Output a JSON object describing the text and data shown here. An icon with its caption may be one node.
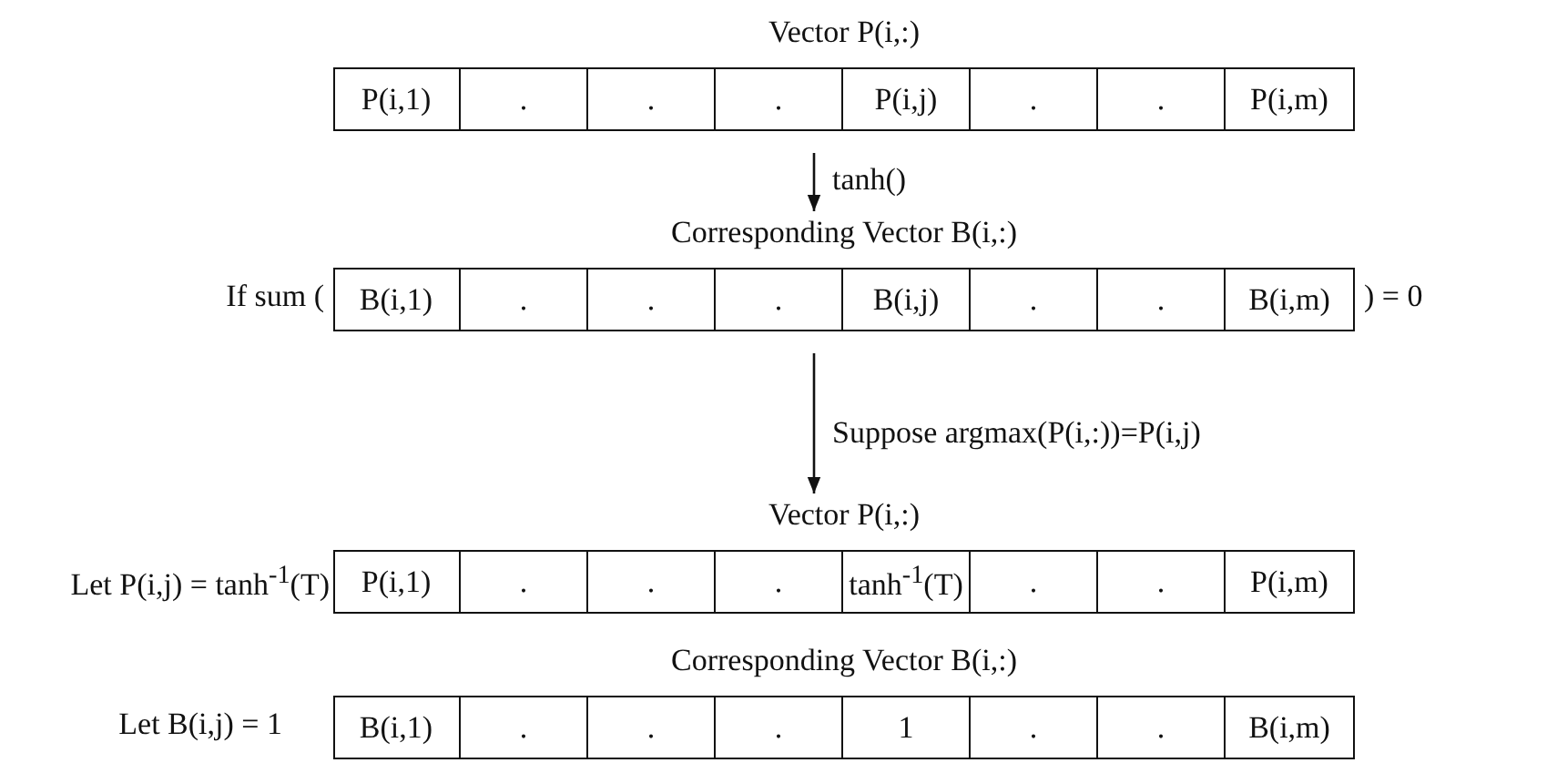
{
  "diagram": {
    "nodes": [
      {
        "text": [
          "Vector P(i,:)"
        ]
      },
      {
        "text": [
          "P(i,1)"
        ],
        "in": 0
      },
      {
        "text": [
          "."
        ],
        "in": 0
      },
      {
        "text": [
          "."
        ],
        "in": 0
      },
      {
        "text": [
          "."
        ],
        "in": 0
      },
      {
        "text": [
          "P(i,j)"
        ],
        "in": 0
      },
      {
        "text": [
          "."
        ],
        "in": 0
      },
      {
        "text": [
          "."
        ],
        "in": 0
      },
      {
        "text": [
          "P(i,m)"
        ],
        "in": 0
      },
      {
        "text": [
          "Corresponding Vector B(i,:)"
        ],
        "beside": [
          "If sum (",
          ") = 0"
        ]
      },
      {
        "text": [
          "B(i,1)"
        ],
        "in": 9
      },
      {
        "text": [
          "."
        ],
        "in": 9
      },
      {
        "text": [
          "."
        ],
        "in": 9
      },
      {
        "text": [
          "."
        ],
        "in": 9
      },
      {
        "text": [
          "B(i,j)"
        ],
        "in": 9
      },
      {
        "text": [
          "."
        ],
        "in": 9
      },
      {
        "text": [
          "."
        ],
        "in": 9
      },
      {
        "text": [
          "B(i,m)"
        ],
        "in": 9
      },
      {
        "text": [
          "Vector P(i,:)"
        ],
        "beside": [
          "Let P(i,j) =  tanh$^{-1}$(T)"
        ]
      },
      {
        "text": [
          "P(i,1)"
        ],
        "in": 18
      },
      {
        "text": [
          "."
        ],
        "in": 18
      },
      {
        "text": [
          "."
        ],
        "in": 18
      },
      {
        "text": [
          "."
        ],
        "in": 18
      },
      {
        "text": [
          "tanh$^{-1}$(T)"
        ],
        "in": 18
      },
      {
        "text": [
          "."
        ],
        "in": 18
      },
      {
        "text": [
          "."
        ],
        "in": 18
      },
      {
        "text": [
          "P(i,m)"
        ],
        "in": 18
      },
      {
        "text": [
          "Corresponding Vector B(i,:)"
        ],
        "beside": [
          "Let B(i,j) = 1"
        ]
      },
      {
        "text": [
          "B(i,1)"
        ],
        "in": 27
      },
      {
        "text": [
          "."
        ],
        "in": 27
      },
      {
        "text": [
          "."
        ],
        "in": 27
      },
      {
        "text": [
          "."
        ],
        "in": 27
      },
      {
        "text": [
          "1"
        ],
        "in": 27
      },
      {
        "text": [
          "."
        ],
        "in": 27
      },
      {
        "text": [
          "."
        ],
        "in": 27
      },
      {
        "text": [
          "B(i,m)"
        ],
        "in": 27
      }
    ],
    "edges": [
      {
        "from": 0,
        "to": 9,
        "arrow": "to",
        "label": "tanh()"
      },
      {
        "from": 9,
        "to": 18,
        "arrow": "to",
        "label": "Suppose argmax(P(i,:))=P(i,j)"
      }
    ]
  }
}
